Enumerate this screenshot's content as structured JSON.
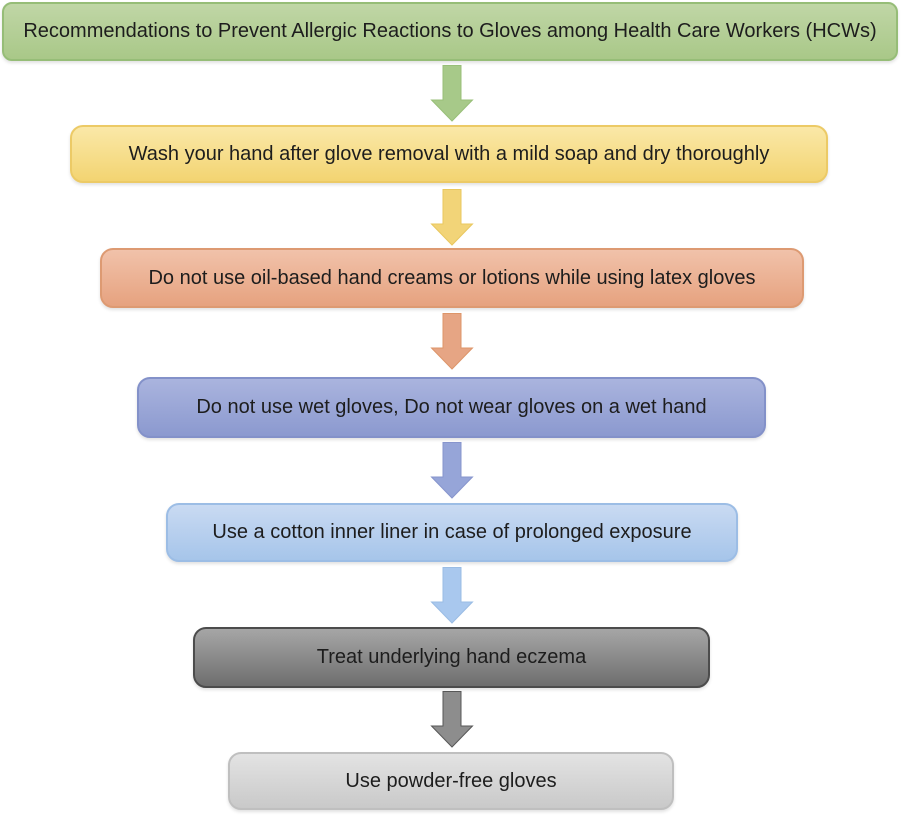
{
  "diagram": {
    "type": "flowchart",
    "background_color": "#ffffff",
    "text_color": "#1d1d1d",
    "boxes": [
      {
        "id": "title",
        "label": "Recommendations to Prevent Allergic Reactions to Gloves among Health Care Workers (HCWs)",
        "fill": "#a9c888",
        "border": "#96bd77"
      },
      {
        "id": "wash-hands",
        "label": "Wash your hand after glove removal with a mild soap and dry thoroughly",
        "fill": "#f3d472",
        "border": "#ecca66"
      },
      {
        "id": "no-oil-creams",
        "label": "Do not use oil-based hand creams or lotions while using latex gloves",
        "fill": "#e6a27f",
        "border": "#dd9a72"
      },
      {
        "id": "no-wet-gloves",
        "label": "Do not use wet gloves, Do not wear gloves on a wet hand",
        "fill": "#8b99cf",
        "border": "#8391c9"
      },
      {
        "id": "cotton-liner",
        "label": "Use a cotton inner liner in case of prolonged exposure",
        "fill": "#a6c5ea",
        "border": "#9cbde5"
      },
      {
        "id": "treat-eczema",
        "label": "Treat underlying hand eczema",
        "fill": "#6e6e6e",
        "border": "#4c4c4c"
      },
      {
        "id": "powder-free",
        "label": "Use powder-free gloves",
        "fill": "#c9c9c9",
        "border": "#bfbfbf"
      }
    ],
    "arrows": [
      {
        "from": "title",
        "to": "wash-hands",
        "color": "#a7c989"
      },
      {
        "from": "wash-hands",
        "to": "no-oil-creams",
        "color": "#f2d478"
      },
      {
        "from": "no-oil-creams",
        "to": "no-wet-gloves",
        "color": "#e6a584"
      },
      {
        "from": "no-wet-gloves",
        "to": "cotton-liner",
        "color": "#96a5d8"
      },
      {
        "from": "cotton-liner",
        "to": "treat-eczema",
        "color": "#a9c8ee"
      },
      {
        "from": "treat-eczema",
        "to": "powder-free",
        "color": "#8d8d8d"
      }
    ]
  }
}
